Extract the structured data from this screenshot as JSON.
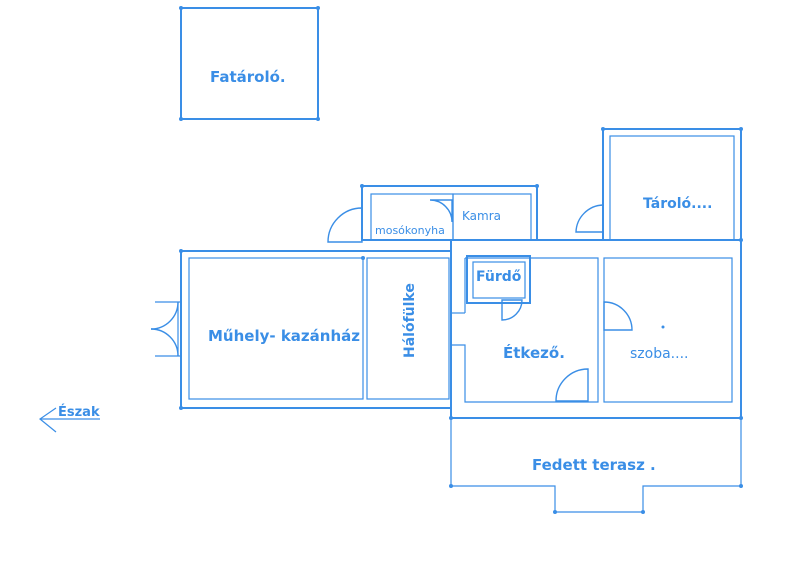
{
  "labels": {
    "fataralo": "Fatároló.",
    "taralo": "Tároló....",
    "mosokonyha": "mosókonyha",
    "kamra": "Kamra",
    "furdo": "Fürdő",
    "halofulke": "Hálófülke",
    "muhely": "Műhely- kazánház",
    "etkezo": "Étkező.",
    "szoba": "szoba....",
    "terasz": "Fedett terasz .",
    "eszak": "Észak"
  },
  "colors": {
    "line": "#3a8ee6",
    "background": "#ffffff"
  },
  "icons": {
    "north": "arrow-left-icon"
  }
}
